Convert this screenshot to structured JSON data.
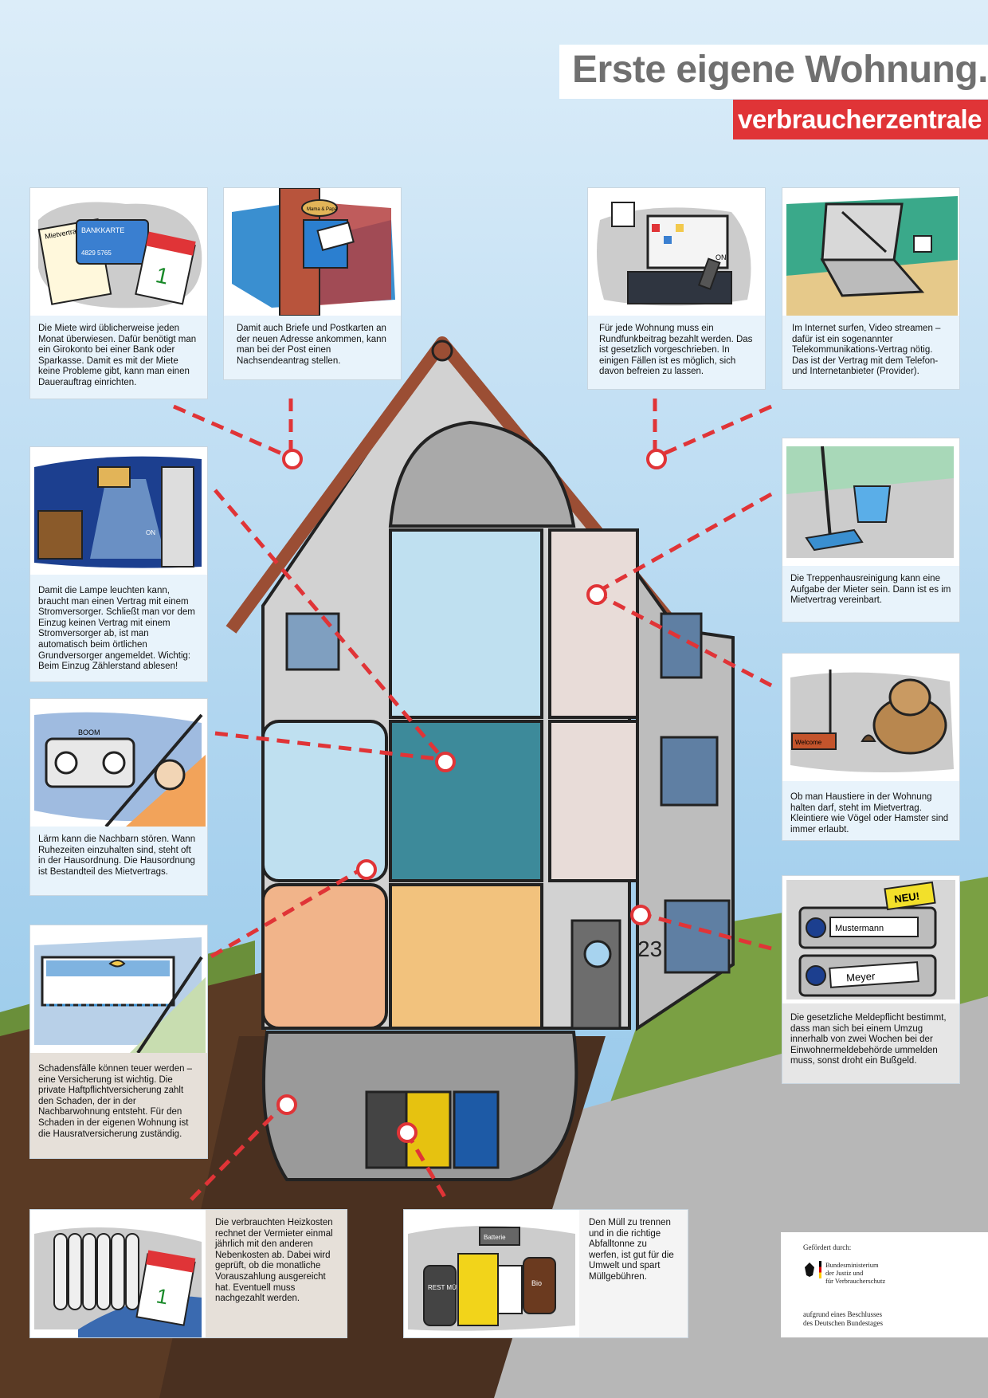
{
  "header": {
    "title": "Erste eigene Wohnung.",
    "brand": "verbraucherzentrale"
  },
  "colors": {
    "accent_red": "#e03437",
    "sky": "#b9dcf2",
    "card_text_bg": "#e8f3fb",
    "card_text_bg_beige": "#e6e0d9"
  },
  "cards": {
    "rent": {
      "icon": "rent-contract-icon",
      "pic_labels": [
        "Mietvertrag",
        "BANKKARTE",
        "4829 5765",
        "1"
      ],
      "text": "Die Miete wird üblicherweise jeden Monat überwiesen. Dafür benötigt man ein Girokonto bei einer Bank oder Sparkasse. Damit es mit der Miete keine Probleme gibt, kann man einen Dauerauftrag einrichten."
    },
    "mail": {
      "icon": "mailbox-icon",
      "pic_labels": [
        "Mama & Papa"
      ],
      "text": "Damit auch Briefe und Postkarten an der neuen Adresse ankommen, kann man bei der Post einen Nachsendeantrag stellen."
    },
    "tv": {
      "icon": "tv-icon",
      "pic_labels": [
        "ON"
      ],
      "text": "Für jede Wohnung muss ein Rundfunkbeitrag bezahlt werden. Das ist gesetzlich vorgeschrieben. In einigen Fällen ist es möglich, sich davon befreien zu lassen."
    },
    "internet": {
      "icon": "laptop-icon",
      "text": "Im Internet surfen, Video streamen – dafür ist ein sogenannter Telekommunikations-Vertrag nötig. Das ist der Vertrag mit dem Telefon- und Internetanbieter (Provider)."
    },
    "lamp": {
      "icon": "lamp-icon",
      "pic_labels": [
        "ON"
      ],
      "text": "Damit die Lampe leuchten kann, braucht man einen Vertrag mit einem Stromversorger. Schließt man vor dem Einzug keinen Vertrag mit einem Stromversorger ab, ist man automatisch beim örtlichen Grundversorger angemeldet. Wichtig: Beim Einzug Zählerstand ablesen!"
    },
    "stairs": {
      "icon": "mop-bucket-icon",
      "text": "Die Treppenhausreinigung kann eine Aufgabe der Mieter sein. Dann ist es im Mietvertrag vereinbart."
    },
    "noise": {
      "icon": "boombox-icon",
      "pic_labels": [
        "BOOM"
      ],
      "text": "Lärm kann die Nachbarn stören. Wann Ruhezeiten einzuhalten sind, steht oft in der Hausordnung. Die Hausordnung ist Bestandteil des Mietvertrags."
    },
    "pets": {
      "icon": "dog-icon",
      "pic_labels": [
        "Welcome"
      ],
      "text": "Ob man Haustiere in der Wohnung halten darf, steht im Mietvertrag. Kleintiere wie Vögel oder Hamster sind immer erlaubt."
    },
    "damage": {
      "icon": "overflowing-bathtub-icon",
      "text": "Schadensfälle können teuer werden – eine Versicherung ist wichtig. Die private Haftpflichtversicherung zahlt den Schaden, der in der Nachbarwohnung entsteht. Für den Schaden in der eigenen Wohnung ist die Hausratversicherung zuständig."
    },
    "register": {
      "icon": "doorbell-nameplate-icon",
      "pic_labels": [
        "NEU!",
        "Mustermann",
        "Meyer"
      ],
      "text": "Die gesetzliche Meldepflicht bestimmt, dass man sich bei einem Umzug innerhalb von zwei Wochen bei der Einwohnermeldebehörde ummelden muss, sonst droht ein Bußgeld."
    },
    "heating": {
      "icon": "radiator-icon",
      "pic_labels": [
        "1"
      ],
      "text": "Die verbrauchten Heizkosten rechnet der Vermieter einmal jährlich mit den anderen Nebenkosten ab. Dabei wird geprüft, ob die monatliche Vorauszahlung ausgereicht hat. Eventuell muss nachgezahlt werden."
    },
    "waste": {
      "icon": "waste-bins-icon",
      "pic_labels": [
        "Batterie",
        "REST MÜLL",
        "Bio"
      ],
      "text": "Den Müll zu trennen und in die richtige Abfalltonne zu werfen, ist gut für die Umwelt und spart Müllgebühren."
    }
  },
  "house": {
    "number": "23"
  },
  "sponsor": {
    "label": "Gefördert durch:",
    "ministry": [
      "Bundesministerium",
      "der Justiz und",
      "für Verbraucherschutz"
    ],
    "note": [
      "aufgrund eines Beschlusses",
      "des Deutschen Bundestages"
    ]
  }
}
